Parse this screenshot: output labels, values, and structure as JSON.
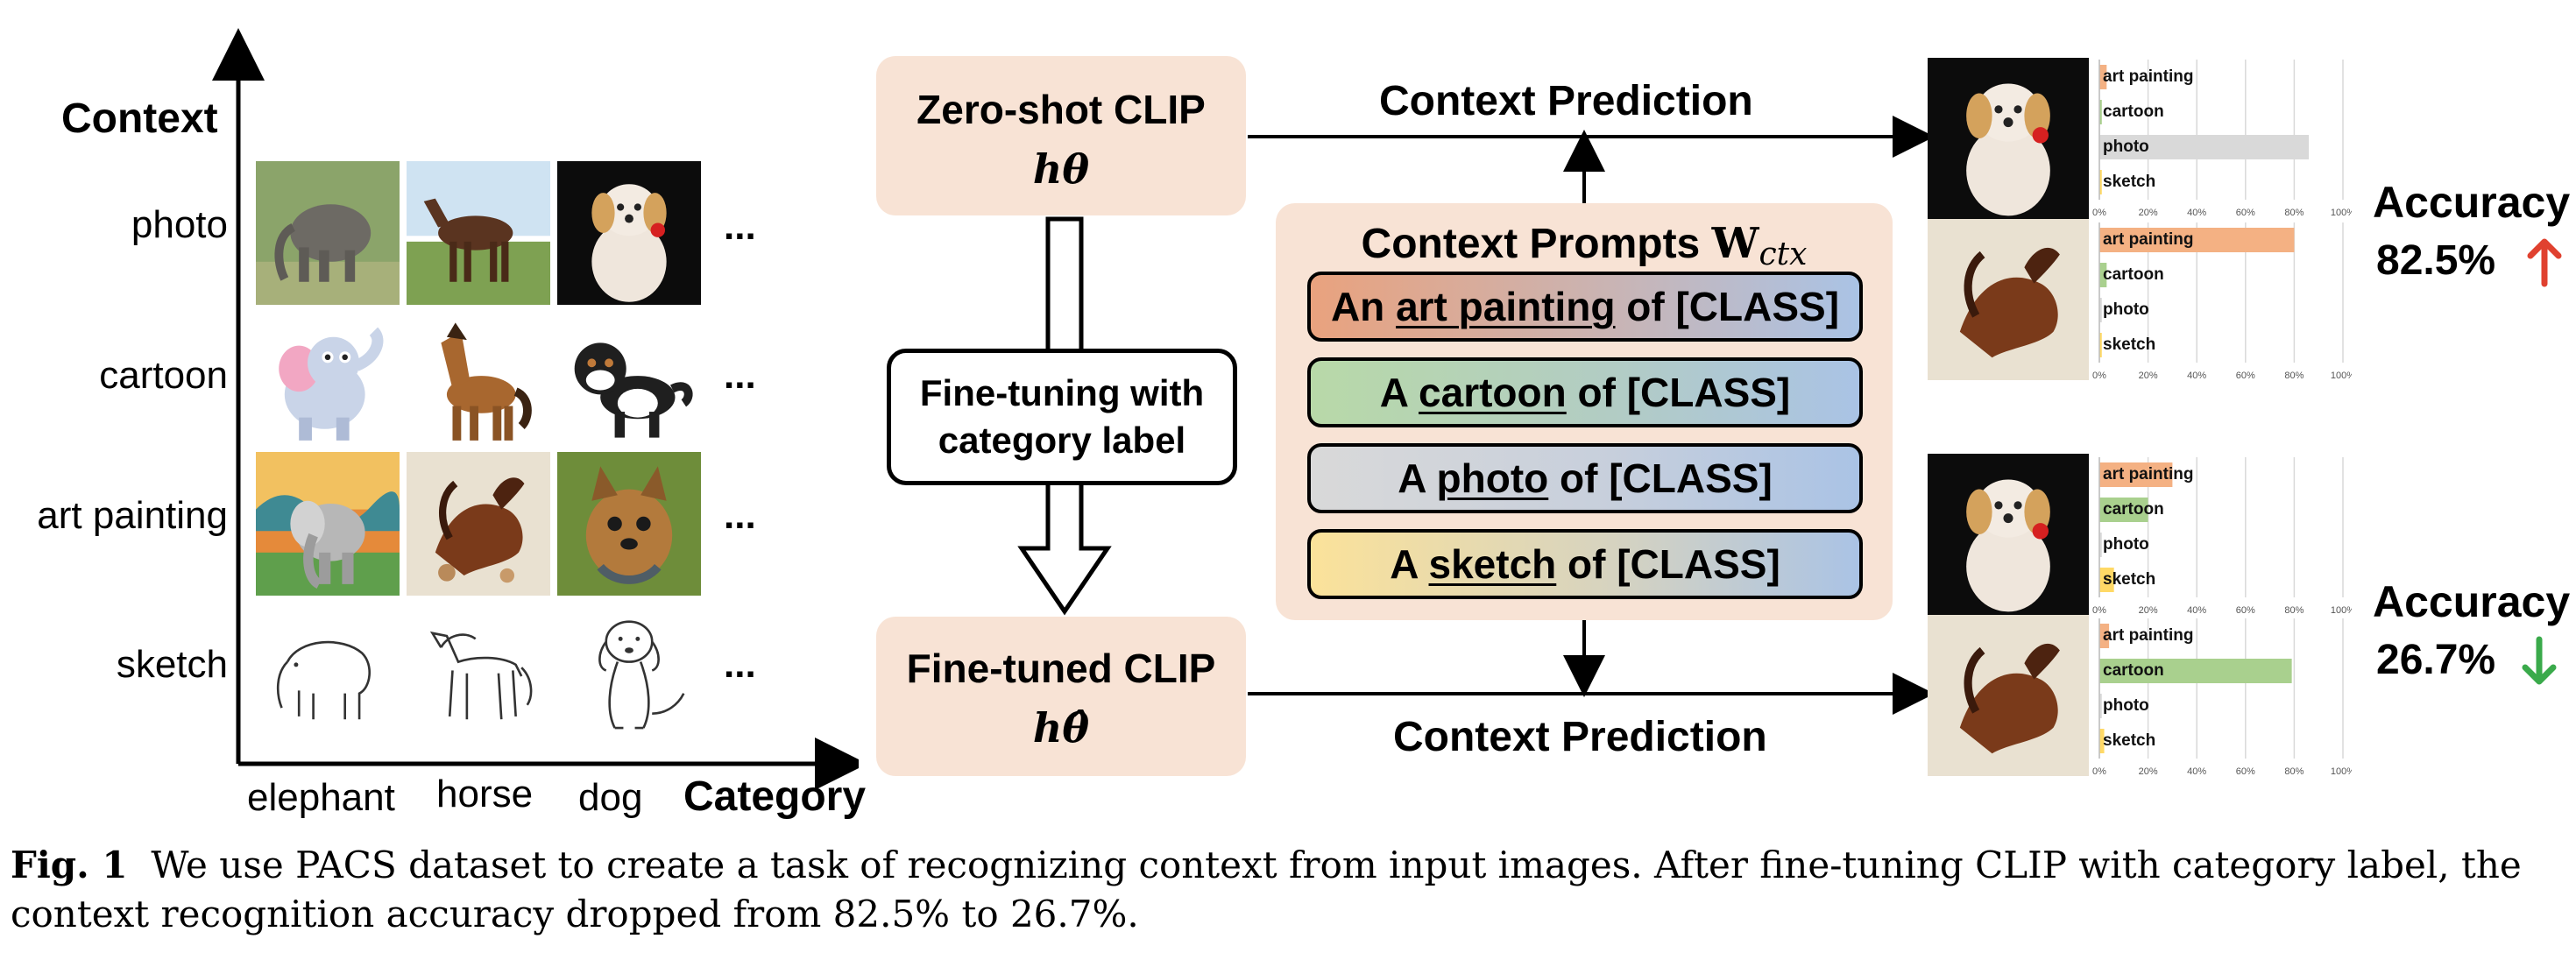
{
  "left_panel": {
    "y_axis_title": "Context",
    "x_axis_title": "Category",
    "contexts": [
      "photo",
      "cartoon",
      "art painting",
      "sketch"
    ],
    "categories": [
      "elephant",
      "horse",
      "dog"
    ],
    "ellipsis": "..."
  },
  "zero_shot_box": {
    "title": "Zero-shot CLIP",
    "symbol": "hθ"
  },
  "finetuned_box": {
    "title": "Fine-tuned CLIP",
    "symbol": "hθ̂"
  },
  "finetune_step": {
    "line1": "Fine-tuning with",
    "line2": "category label"
  },
  "context_prompts": {
    "title": "Context Prompts",
    "title_math": "W",
    "title_sub": "ctx",
    "rows": [
      {
        "pre": "An ",
        "kw": "art painting",
        "post": " of [CLASS]",
        "color": "#e9a27e"
      },
      {
        "pre": "A ",
        "kw": "cartoon",
        "post": " of [CLASS]",
        "color": "#b8d9a8"
      },
      {
        "pre": "A ",
        "kw": "photo",
        "post": " of [CLASS]",
        "color": "#d9d9d9"
      },
      {
        "pre": "A ",
        "kw": "sketch",
        "post": " of [CLASS]",
        "color": "#fbe29a"
      }
    ],
    "gradient_end": "#aac3e5"
  },
  "arrows": {
    "top_label": "Context Prediction",
    "bottom_label": "Context Prediction"
  },
  "results": {
    "top": {
      "accuracy_label": "Accuracy",
      "accuracy_value": "82.5%",
      "trend": "up",
      "trend_color": "#e0412f"
    },
    "bottom": {
      "accuracy_label": "Accuracy",
      "accuracy_value": "26.7%",
      "trend": "down",
      "trend_color": "#3aaa4b"
    }
  },
  "chart_data": [
    {
      "type": "bar",
      "orientation": "horizontal",
      "categories": [
        "art painting",
        "cartoon",
        "photo",
        "sketch"
      ],
      "values": [
        3,
        1,
        86,
        1
      ],
      "xlim": [
        0,
        100
      ],
      "tick_labels": [
        "0%",
        "20%",
        "40%",
        "60%",
        "80%",
        "100%"
      ],
      "colors": [
        "#f4b183",
        "#a9d08e",
        "#d9d9d9",
        "#ffd966"
      ]
    },
    {
      "type": "bar",
      "orientation": "horizontal",
      "categories": [
        "art painting",
        "cartoon",
        "photo",
        "sketch"
      ],
      "values": [
        80,
        3,
        1,
        1
      ],
      "xlim": [
        0,
        100
      ],
      "tick_labels": [
        "0%",
        "20%",
        "40%",
        "60%",
        "80%",
        "100%"
      ],
      "colors": [
        "#f4b183",
        "#a9d08e",
        "#d9d9d9",
        "#ffd966"
      ]
    },
    {
      "type": "bar",
      "orientation": "horizontal",
      "categories": [
        "art painting",
        "cartoon",
        "photo",
        "sketch"
      ],
      "values": [
        30,
        20,
        1,
        6
      ],
      "xlim": [
        0,
        100
      ],
      "tick_labels": [
        "0%",
        "20%",
        "40%",
        "60%",
        "80%",
        "100%"
      ],
      "colors": [
        "#f4b183",
        "#a9d08e",
        "#d9d9d9",
        "#ffd966"
      ]
    },
    {
      "type": "bar",
      "orientation": "horizontal",
      "categories": [
        "art painting",
        "cartoon",
        "photo",
        "sketch"
      ],
      "values": [
        4,
        79,
        1,
        2
      ],
      "xlim": [
        0,
        100
      ],
      "tick_labels": [
        "0%",
        "20%",
        "40%",
        "60%",
        "80%",
        "100%"
      ],
      "colors": [
        "#f4b183",
        "#a9d08e",
        "#d9d9d9",
        "#ffd966"
      ]
    }
  ],
  "caption": {
    "fig_label": "Fig. 1",
    "text": "We use PACS dataset to create a task of recognizing context from input images. After fine-tuning CLIP with category label, the context recognition accuracy dropped from 82.5% to 26.7%."
  }
}
